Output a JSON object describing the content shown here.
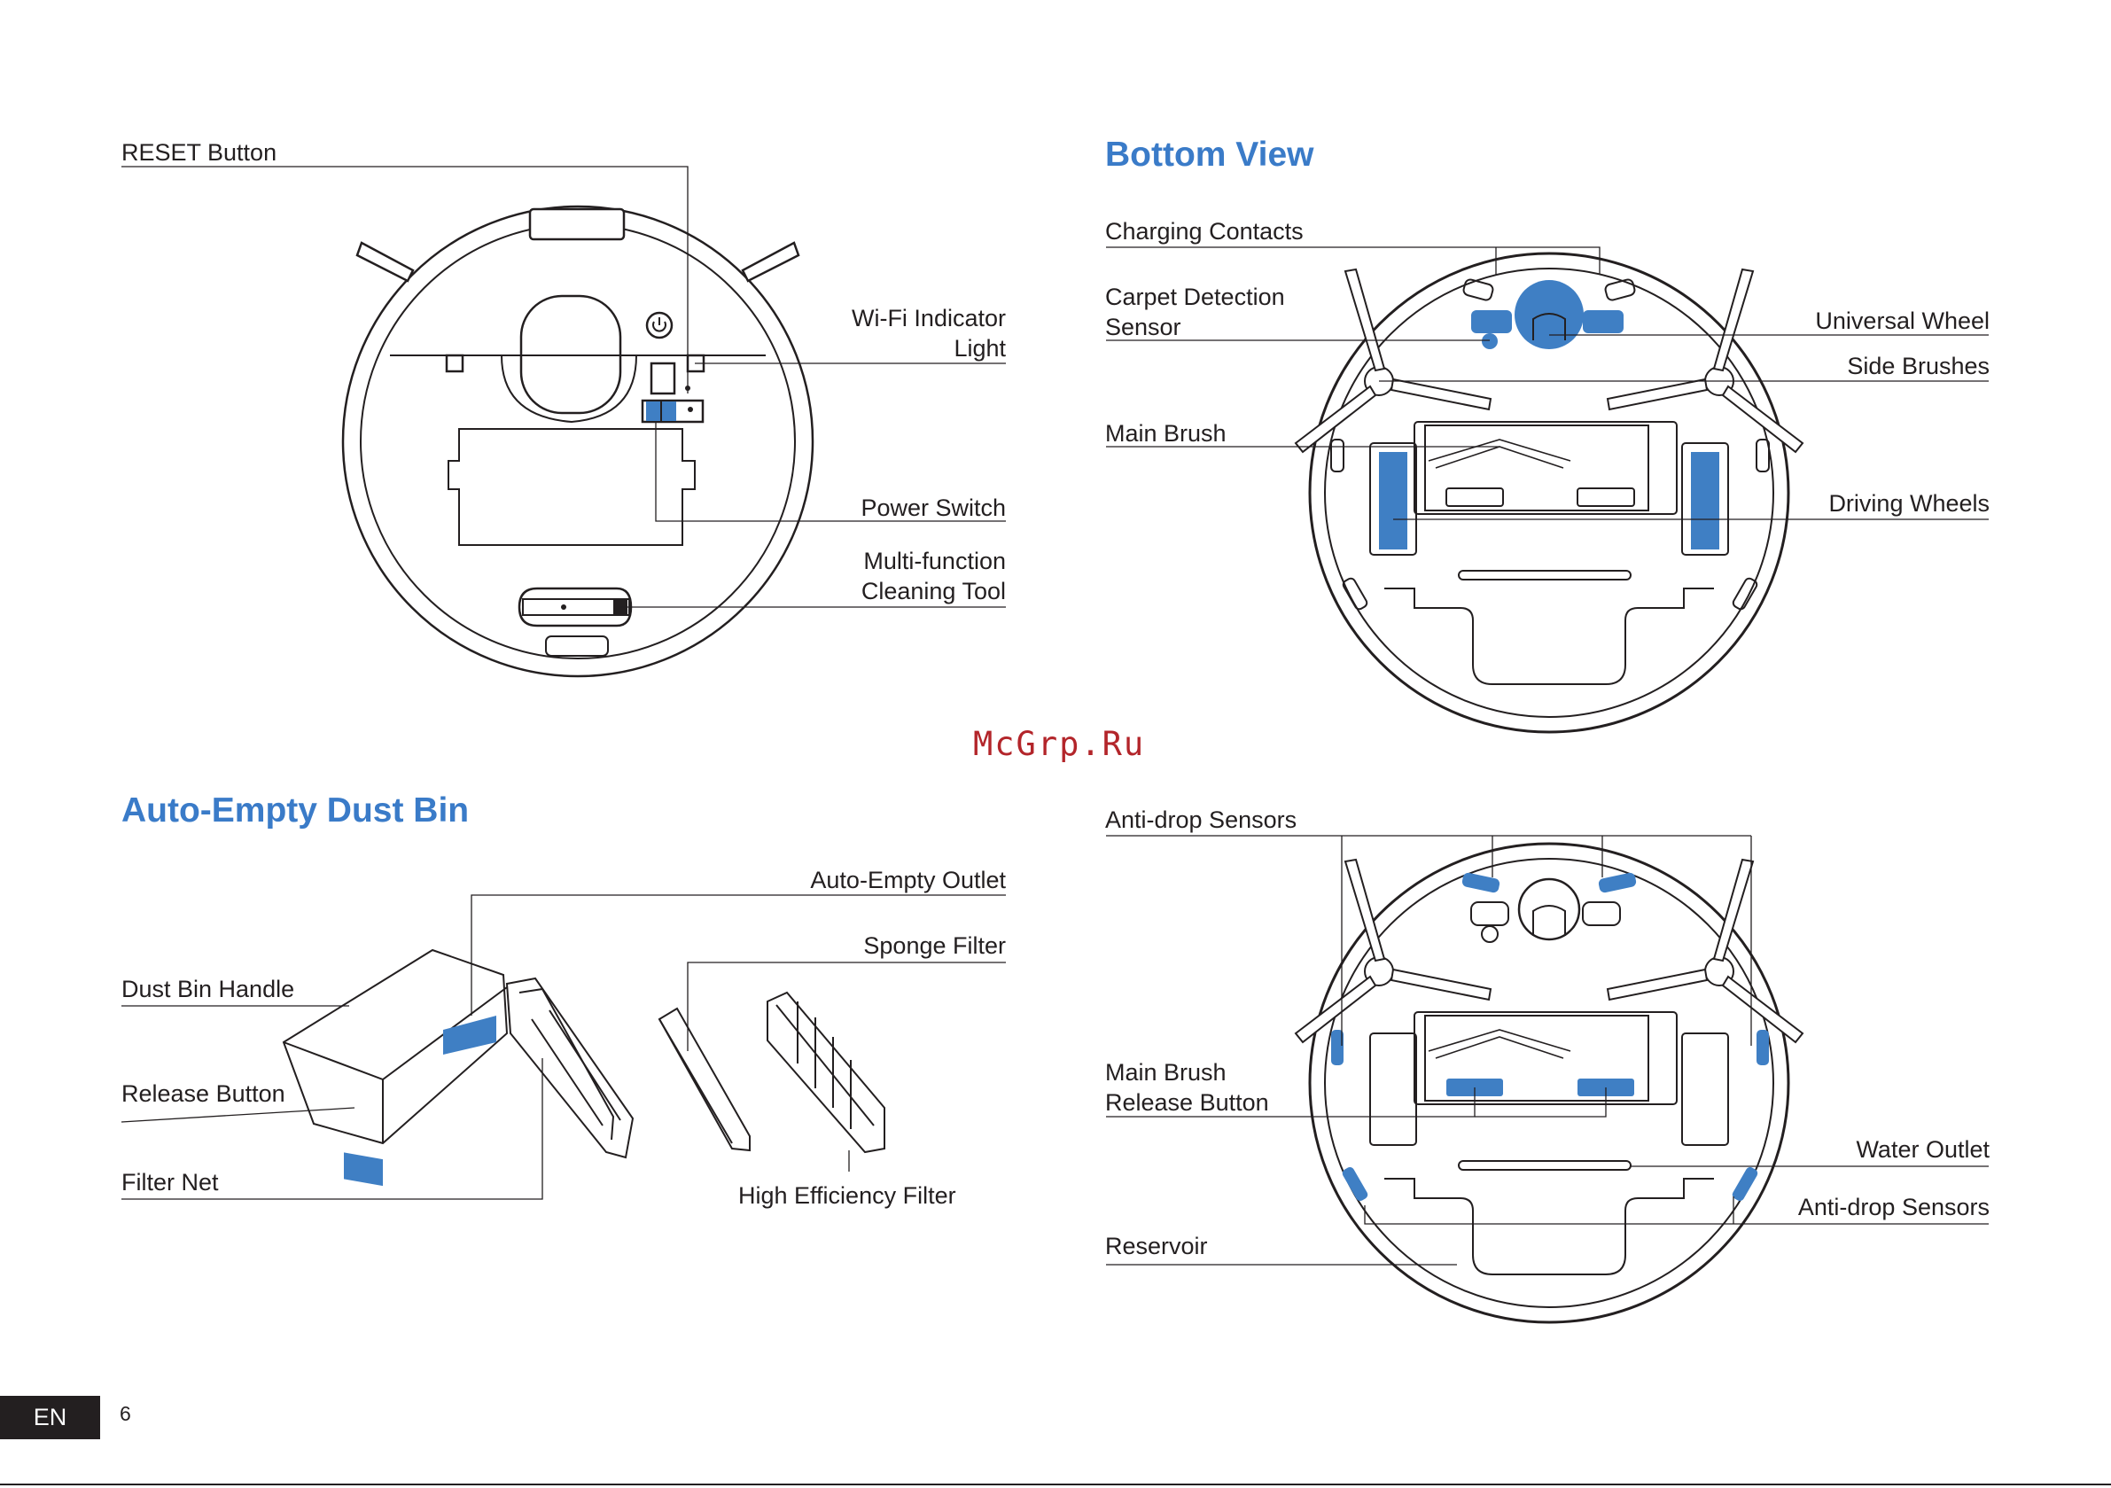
{
  "sections": {
    "bottom_view_title": "Bottom View",
    "dust_bin_title": "Auto-Empty Dust Bin"
  },
  "top_view": {
    "reset_button": "RESET Button",
    "wifi_line1": "Wi-Fi Indicator",
    "wifi_line2": "Light",
    "power_switch": "Power Switch",
    "multi_line1": "Multi-function",
    "multi_line2": "Cleaning Tool"
  },
  "bottom_view": {
    "charging_contacts": "Charging Contacts",
    "carpet_line1": "Carpet Detection",
    "carpet_line2": "Sensor",
    "universal_wheel": "Universal Wheel",
    "side_brushes": "Side Brushes",
    "main_brush": "Main Brush",
    "driving_wheels": "Driving Wheels"
  },
  "dust_bin": {
    "auto_empty_outlet": "Auto-Empty Outlet",
    "sponge_filter": "Sponge Filter",
    "dust_bin_handle": "Dust Bin Handle",
    "release_button": "Release Button",
    "filter_net": "Filter Net",
    "high_efficiency_filter": "High Efficiency Filter"
  },
  "bottom_view_2": {
    "anti_drop_top": "Anti-drop Sensors",
    "main_brush_release_line1": "Main Brush",
    "main_brush_release_line2": "Release Button",
    "water_outlet": "Water Outlet",
    "anti_drop_bottom": "Anti-drop Sensors",
    "reservoir": "Reservoir"
  },
  "footer": {
    "language": "EN",
    "page_number": "6"
  },
  "watermark": "McGrp.Ru",
  "colors": {
    "accent_blue": "#3a7bc8",
    "part_blue": "#3f7fc4",
    "line": "#231f20",
    "watermark_red": "#b3252a"
  }
}
